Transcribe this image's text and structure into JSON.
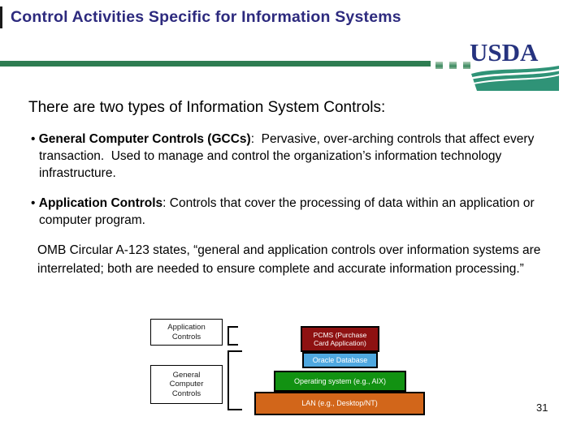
{
  "slide": {
    "title": "Control Activities Specific for Information Systems",
    "intro": "There are two types of Information System Controls:",
    "bullet_marker": "•",
    "bullets": [
      {
        "bold": "General Computer Controls (GCCs)",
        "rest": ":  Pervasive, over-arching controls that affect every transaction.  Used to manage and control the organization’s information technology infrastructure."
      },
      {
        "bold": "Application Controls",
        "rest": ": Controls that cover the processing of data within an application or computer program."
      }
    ],
    "quote": "OMB Circular A-123 states, “general and application controls over information systems are interrelated; both are needed to ensure complete and accurate information processing.”",
    "page_number": "31",
    "logo": {
      "text": "USDA"
    },
    "diagram": {
      "labels": [
        {
          "name": "application-controls",
          "lines": [
            "Application",
            "Controls"
          ]
        },
        {
          "name": "general-computer-controls",
          "lines": [
            "General",
            "Computer",
            "Controls"
          ]
        }
      ],
      "layers": [
        {
          "name": "pcms",
          "lines": [
            "PCMS (Purchase",
            "Card Application)"
          ],
          "color": "#8e1111"
        },
        {
          "name": "oracle",
          "lines": [
            "Oracle Database"
          ],
          "color": "#4fa8e0"
        },
        {
          "name": "os",
          "lines": [
            "Operating system (e.g., AIX)"
          ],
          "color": "#129212"
        },
        {
          "name": "lan",
          "lines": [
            "LAN (e.g., Desktop/NT)"
          ],
          "color": "#d2661a"
        }
      ]
    },
    "colors": {
      "title_text": "#2d2a7e",
      "rule_green": "#2e7d52",
      "usda_blue": "#26337f",
      "usda_teal": "#2f9377",
      "pcms_red": "#8e1111",
      "oracle_blue": "#4fa8e0",
      "os_green": "#129212",
      "lan_orange": "#d2661a"
    }
  }
}
